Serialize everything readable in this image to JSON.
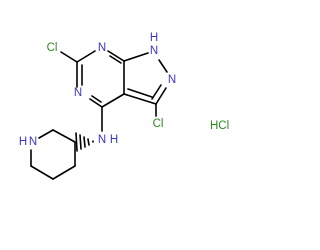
{
  "molecule": {
    "atoms": {
      "cl_left": "Cl",
      "n_ring_top": "N",
      "n_ring_bottom": "N",
      "n_pyrazole_h": "N",
      "h_pyrazole": "H",
      "n_pyrazole": "N",
      "cl_right": "Cl",
      "n_amine": "N",
      "h_amine": "H",
      "n_piperidine": "N",
      "h_piperidine": "H"
    },
    "salt": "HCl"
  },
  "colors": {
    "carbon_bond": "#000000",
    "nitrogen": "#3a36c8",
    "chlorine": "#2e8b1f",
    "background": "#ffffff"
  }
}
